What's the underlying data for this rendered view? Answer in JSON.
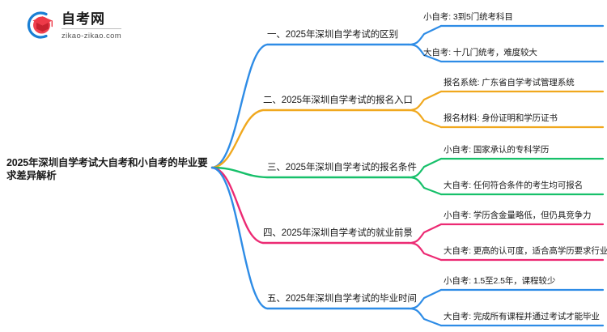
{
  "logo": {
    "title": "自考网",
    "domain": "zikao-zikao.com",
    "mark_icon": "graduation-cap-logo-icon",
    "arc_color": "#1a7fd4",
    "cap_color": "#e8354a"
  },
  "central_topic": "2025年深圳自学考试大自考和小自考的毕业要求差异解析",
  "branches": [
    {
      "label": "一、2025年深圳自学考试的区别",
      "color": "#2e8ce6",
      "leaves": [
        "小自考: 3到5门统考科目",
        "大自考: 十几门统考，难度较大"
      ]
    },
    {
      "label": "二、2025年深圳自学考试的报名入口",
      "color": "#f0a81e",
      "leaves": [
        "报名系统: 广东省自学考试管理系统",
        "报名材料: 身份证明和学历证书"
      ]
    },
    {
      "label": "三、2025年深圳自学考试的报名条件",
      "color": "#17c06a",
      "leaves": [
        "小自考: 国家承认的专科学历",
        "大自考: 任何符合条件的考生均可报名"
      ]
    },
    {
      "label": "四、2025年深圳自学考试的就业前景",
      "color": "#ec2a73",
      "leaves": [
        "小自考: 学历含金量略低，但仍具竞争力",
        "大自考: 更高的认可度，适合高学历要求行业"
      ]
    },
    {
      "label": "五、2025年深圳自学考试的毕业时间",
      "color": "#2e8ce6",
      "leaves": [
        "小自考: 1.5至2.5年，课程较少",
        "大自考: 完成所有课程并通过考试才能毕业"
      ]
    }
  ]
}
